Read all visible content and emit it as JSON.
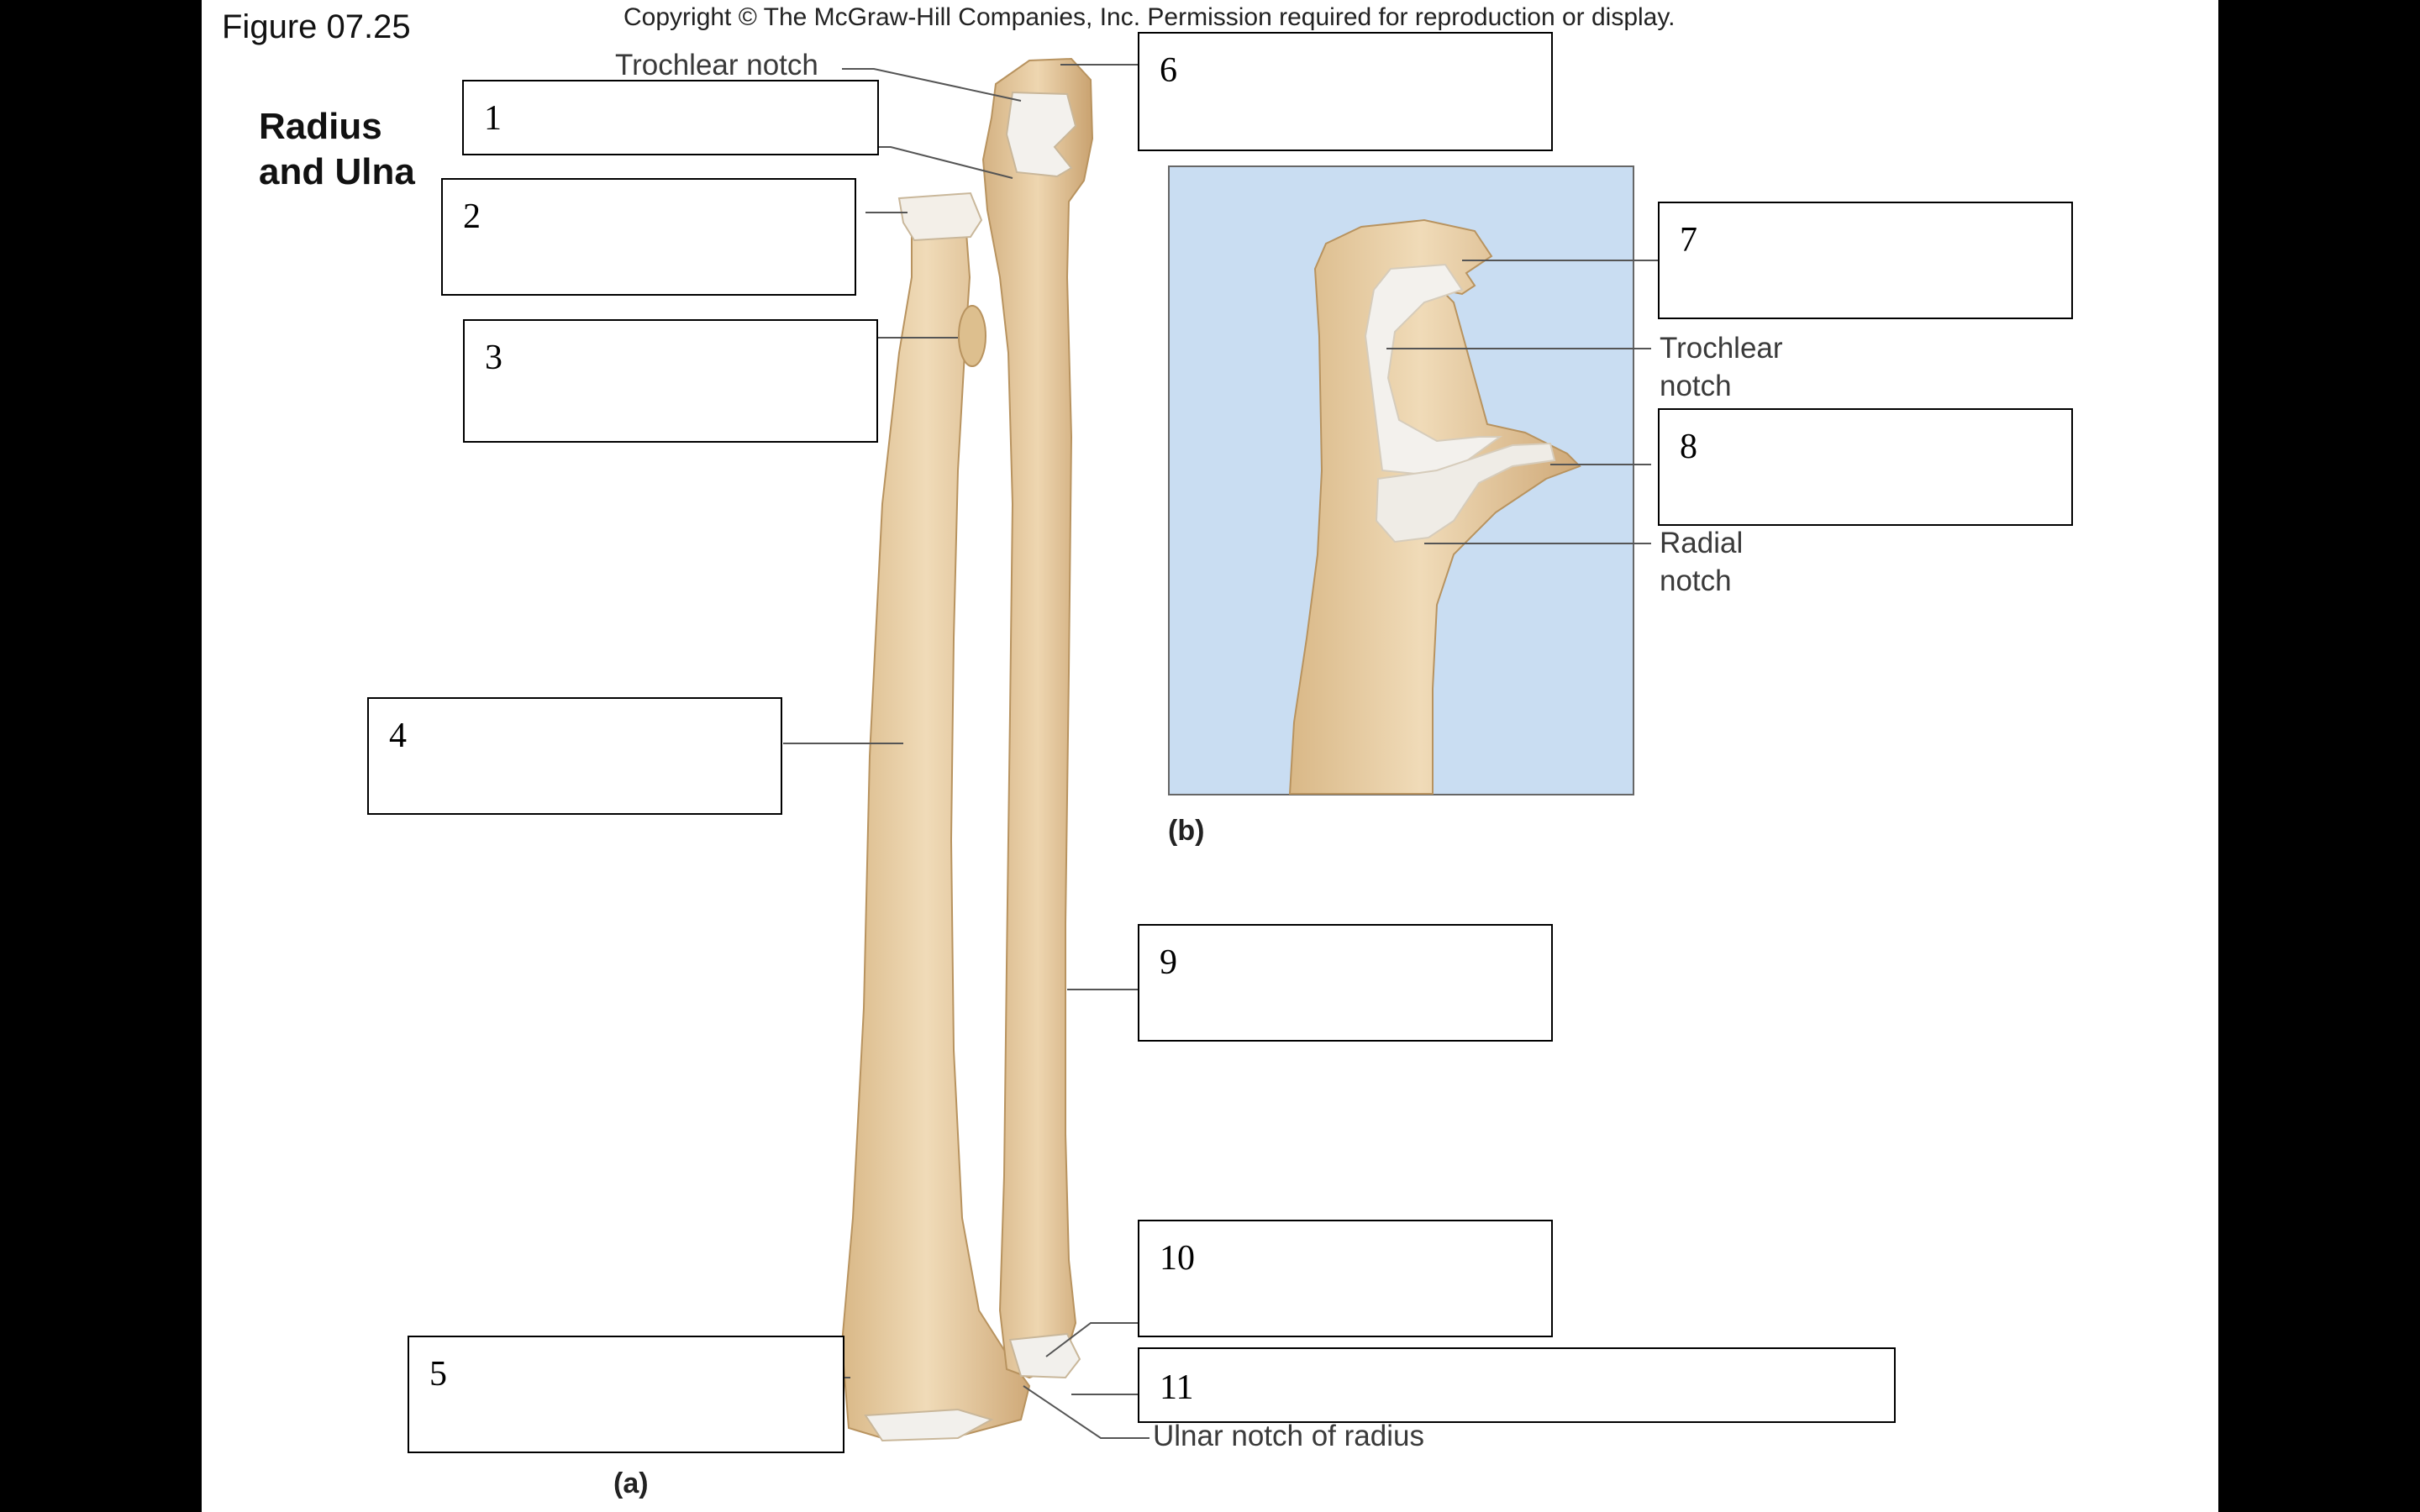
{
  "figure_label": "Figure 07.25",
  "copyright": "Copyright © The McGraw-Hill Companies, Inc. Permission required for reproduction or display.",
  "title": {
    "line1": "Radius",
    "line2": "and Ulna"
  },
  "labels": {
    "trochlear_notch_a": "Trochlear notch",
    "trochlear_notch_b_line1": "Trochlear",
    "trochlear_notch_b_line2": "notch",
    "radial_notch_line1": "Radial",
    "radial_notch_line2": "notch",
    "ulnar_notch_of_radius": "Ulnar notch of radius",
    "panel_a": "(a)",
    "panel_b": "(b)"
  },
  "boxes": [
    {
      "number": "1"
    },
    {
      "number": "2"
    },
    {
      "number": "3"
    },
    {
      "number": "4"
    },
    {
      "number": "5"
    },
    {
      "number": "6"
    },
    {
      "number": "7"
    },
    {
      "number": "8"
    },
    {
      "number": "9"
    },
    {
      "number": "10"
    },
    {
      "number": "11"
    }
  ],
  "colors": {
    "page_background": "#000000",
    "slide_background": "#ffffff",
    "bone": "#e8cda2",
    "cartilage": "#f2f0ec",
    "inset_background": "#c9ddf2",
    "leader_line": "#555555"
  }
}
